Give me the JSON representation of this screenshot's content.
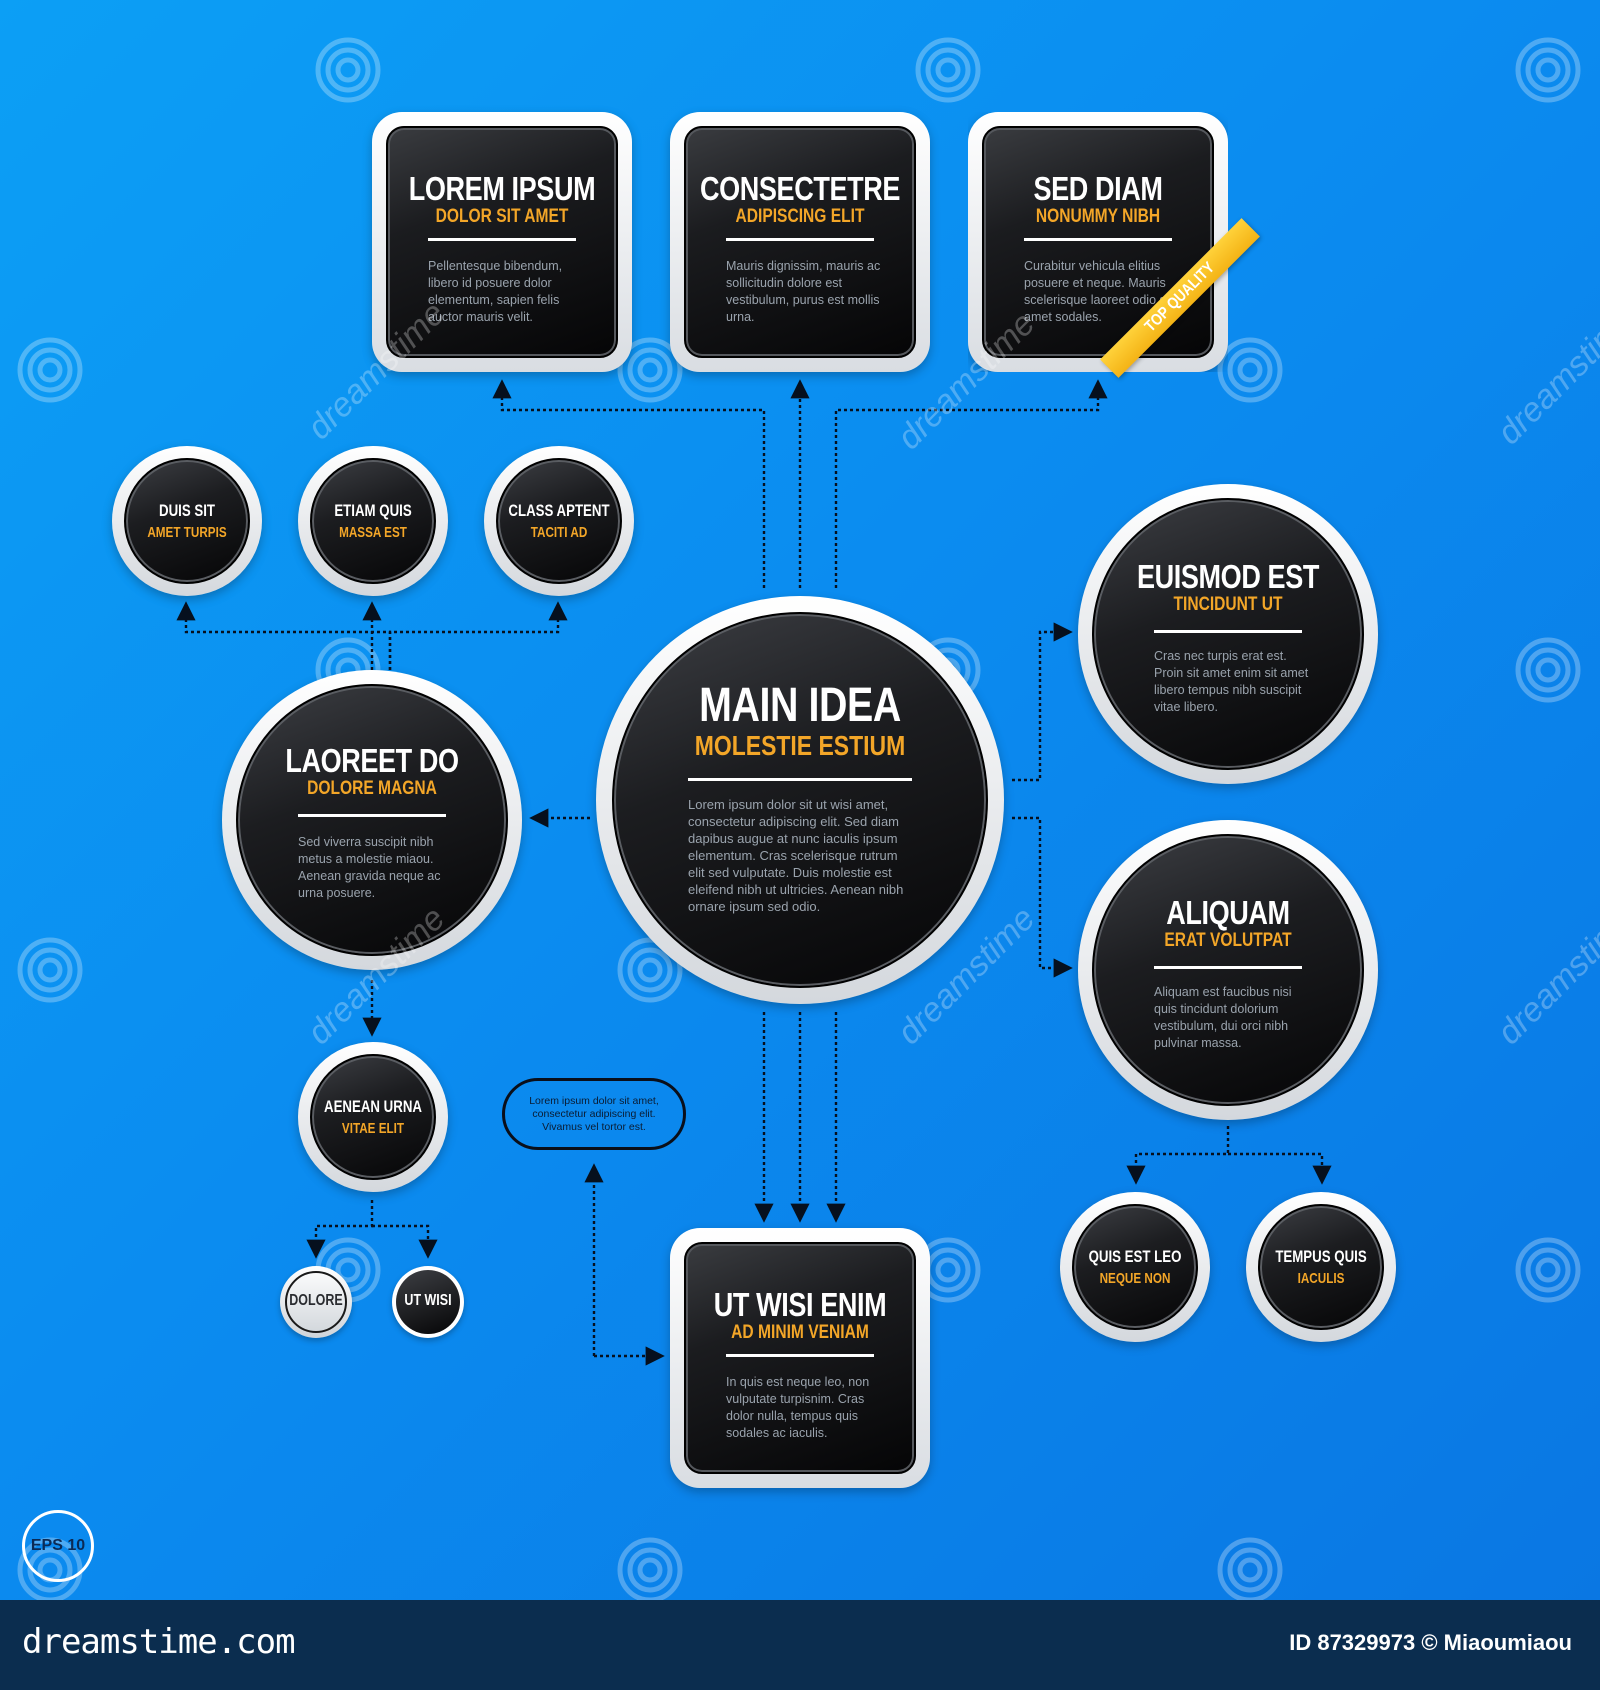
{
  "main": {
    "title": "MAIN IDEA",
    "subtitle": "MOLESTIE ESTIUM",
    "body": "Lorem ipsum dolor sit ut wisi amet, consectetur adipiscing elit. Sed diam dapibus augue at nunc iaculis ipsum elementum. Cras scelerisque rutrum elit sed vulputate. Duis molestie est eleifend nibh ut ultricies. Aenean nibh ornare ipsum sed odio."
  },
  "top_boxes": [
    {
      "title": "LOREM IPSUM",
      "subtitle": "DOLOR SIT AMET",
      "body": "Pellentesque bibendum, libero id posuere dolor elementum, sapien felis auctor mauris velit."
    },
    {
      "title": "CONSECTETRE",
      "subtitle": "ADIPISCING ELIT",
      "body": "Mauris dignissim, mauris ac sollicitudin dolore est vestibulum, purus est mollis urna."
    },
    {
      "title": "SED DIAM",
      "subtitle": "NONUMMY NIBH",
      "body": "Curabitur vehicula elitius posuere et neque. Mauris scelerisque laoreet odio sit amet sodales.",
      "ribbon": "TOP QUALITY"
    }
  ],
  "left": {
    "title": "LAOREET DO",
    "subtitle": "DOLORE MAGNA",
    "body": "Sed viverra suscipit nibh metus a molestie miaou. Aenean gravida neque ac urna posuere."
  },
  "left_small": [
    {
      "title": "DUIS SIT",
      "subtitle": "AMET TURPIS"
    },
    {
      "title": "ETIAM QUIS",
      "subtitle": "MASSA EST"
    },
    {
      "title": "CLASS APTENT",
      "subtitle": "TACITI AD"
    }
  ],
  "left_bottom": {
    "title": "AENEAN URNA",
    "subtitle": "VITAE ELIT"
  },
  "tiny": [
    {
      "label": "DOLORE"
    },
    {
      "label": "UT WISI"
    }
  ],
  "right_top": {
    "title": "EUISMOD EST",
    "subtitle": "TINCIDUNT UT",
    "body": "Cras nec turpis erat est. Proin sit amet enim sit amet libero tempus nibh suscipit vitae libero."
  },
  "right_bottom": {
    "title": "ALIQUAM",
    "subtitle": "ERAT VOLUTPAT",
    "body": "Aliquam est faucibus nisi quis tincidunt dolorium vestibulum, dui orci nibh pulvinar massa."
  },
  "right_small": [
    {
      "title": "QUIS EST LEO",
      "subtitle": "NEQUE NON"
    },
    {
      "title": "TEMPUS QUIS",
      "subtitle": "IACULIS"
    }
  ],
  "bottom_box": {
    "title": "UT WISI ENIM",
    "subtitle": "AD MINIM VENIAM",
    "body": "In quis est neque leo, non vulputate turpisnim. Cras dolor nulla, tempus quis sodales ac iaculis."
  },
  "callout": "Lorem ipsum dolor sit amet, consectetur adipiscing elit. Vivamus vel tortor est.",
  "badge": "EPS 10",
  "footer": {
    "brand": "dreamstime.com",
    "id": "ID 87329973 © Miaoumiaou"
  },
  "watermark": "dreamstime",
  "colors": {
    "background": "#0b8cf0",
    "accent": "#f3a628",
    "node_fill": "#111214",
    "node_border": "#ffffff",
    "ribbon": "#f8c21f"
  }
}
